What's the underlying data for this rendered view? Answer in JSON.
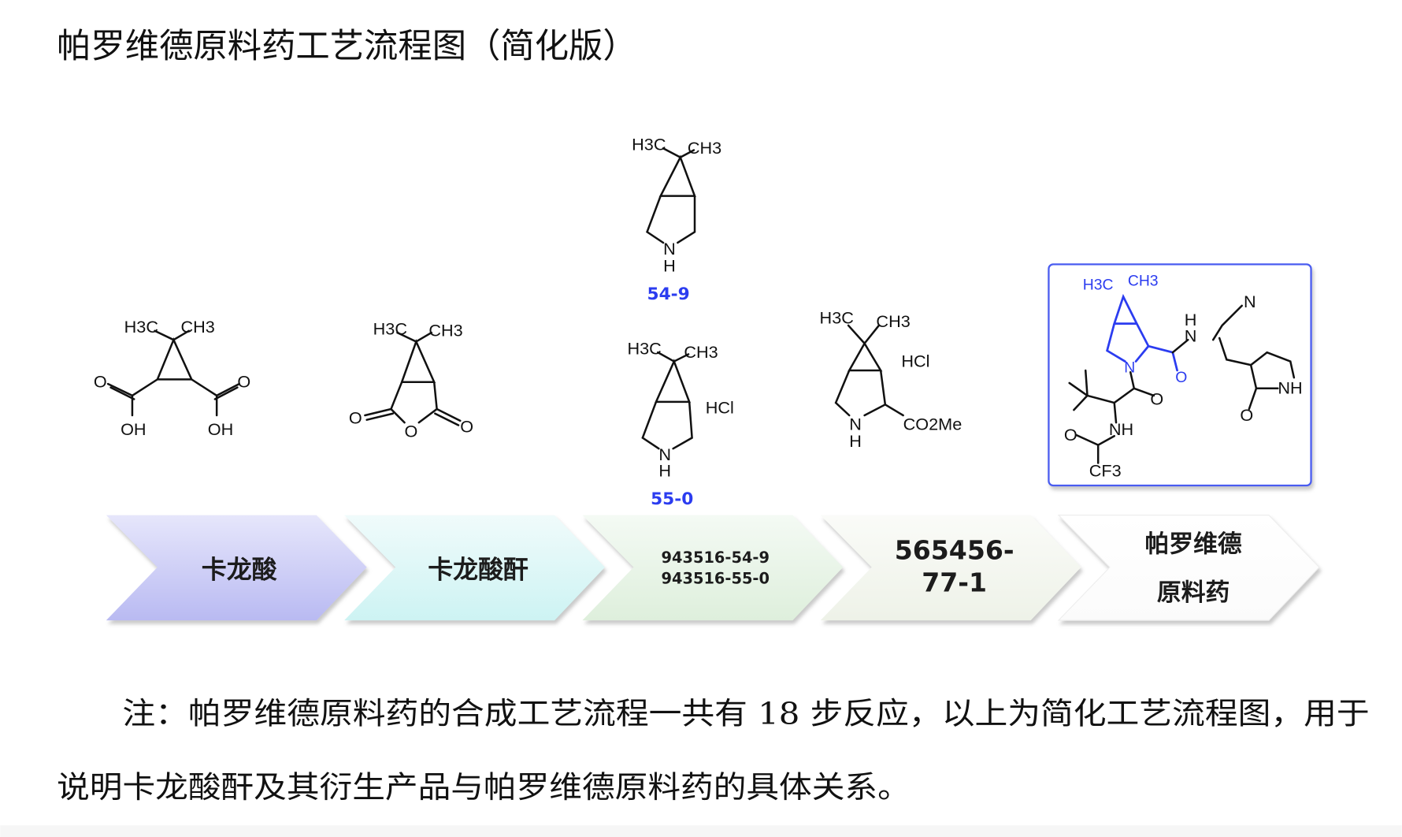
{
  "title": "帕罗维德原料药工艺流程图（简化版）",
  "structures": {
    "caronic_acid": {
      "me_left": "H3C",
      "me_right": "CH3",
      "o1": "O",
      "o2": "O",
      "oh1": "OH",
      "oh2": "OH"
    },
    "caronic_anhydride": {
      "me_left": "H3C",
      "me_right": "CH3",
      "o1": "O",
      "o2": "O",
      "o_ring": "O"
    },
    "amine_54_9": {
      "me_left": "H3C",
      "me_right": "CH3",
      "n": "N",
      "h": "H",
      "cas_label": "54-9"
    },
    "amine_55_0": {
      "me_left": "H3C",
      "me_right": "CH3",
      "n": "N",
      "h": "H",
      "salt": "HCl",
      "cas_label": "55-0"
    },
    "ester_565456": {
      "me_left": "H3C",
      "me_right": "CH3",
      "n": "N",
      "h": "H",
      "salt": "HCl",
      "ester": "CO2Me"
    },
    "paxlovid_api": {
      "me_left": "H3C",
      "me_right": "CH3",
      "n_ring": "N",
      "o_amide": "O",
      "nh_top_h": "H",
      "nh_top_n": "N",
      "nitrile_n": "N",
      "lactam_nh": "NH",
      "lactam_o": "O",
      "ketone_o": "O",
      "nh": "NH",
      "tfa_o": "O",
      "cf3": "CF3"
    }
  },
  "flow_steps": [
    {
      "lines": [
        "卡龙酸"
      ],
      "color": "#c3c4f4"
    },
    {
      "lines": [
        "卡龙酸酐"
      ],
      "color": "#d3f4f4"
    },
    {
      "lines": [
        "943516-54-9",
        "943516-55-0"
      ],
      "color": "#e2f1e2"
    },
    {
      "lines": [
        "565456-",
        "77-1"
      ],
      "color": "#f1f4ec"
    },
    {
      "lines": [
        "帕罗维德",
        "原料药"
      ],
      "color": "#ffffff"
    }
  ],
  "note": {
    "line1": "注：帕罗维德原料药的合成工艺流程一共有 18 步反应，以上为简化工艺流程图，用于",
    "line2": "说明卡龙酸酐及其衍生产品与帕罗维德原料药的具体关系。"
  },
  "colors": {
    "accent_blue": "#2b3cf0",
    "box_border": "#4a5cf0"
  }
}
